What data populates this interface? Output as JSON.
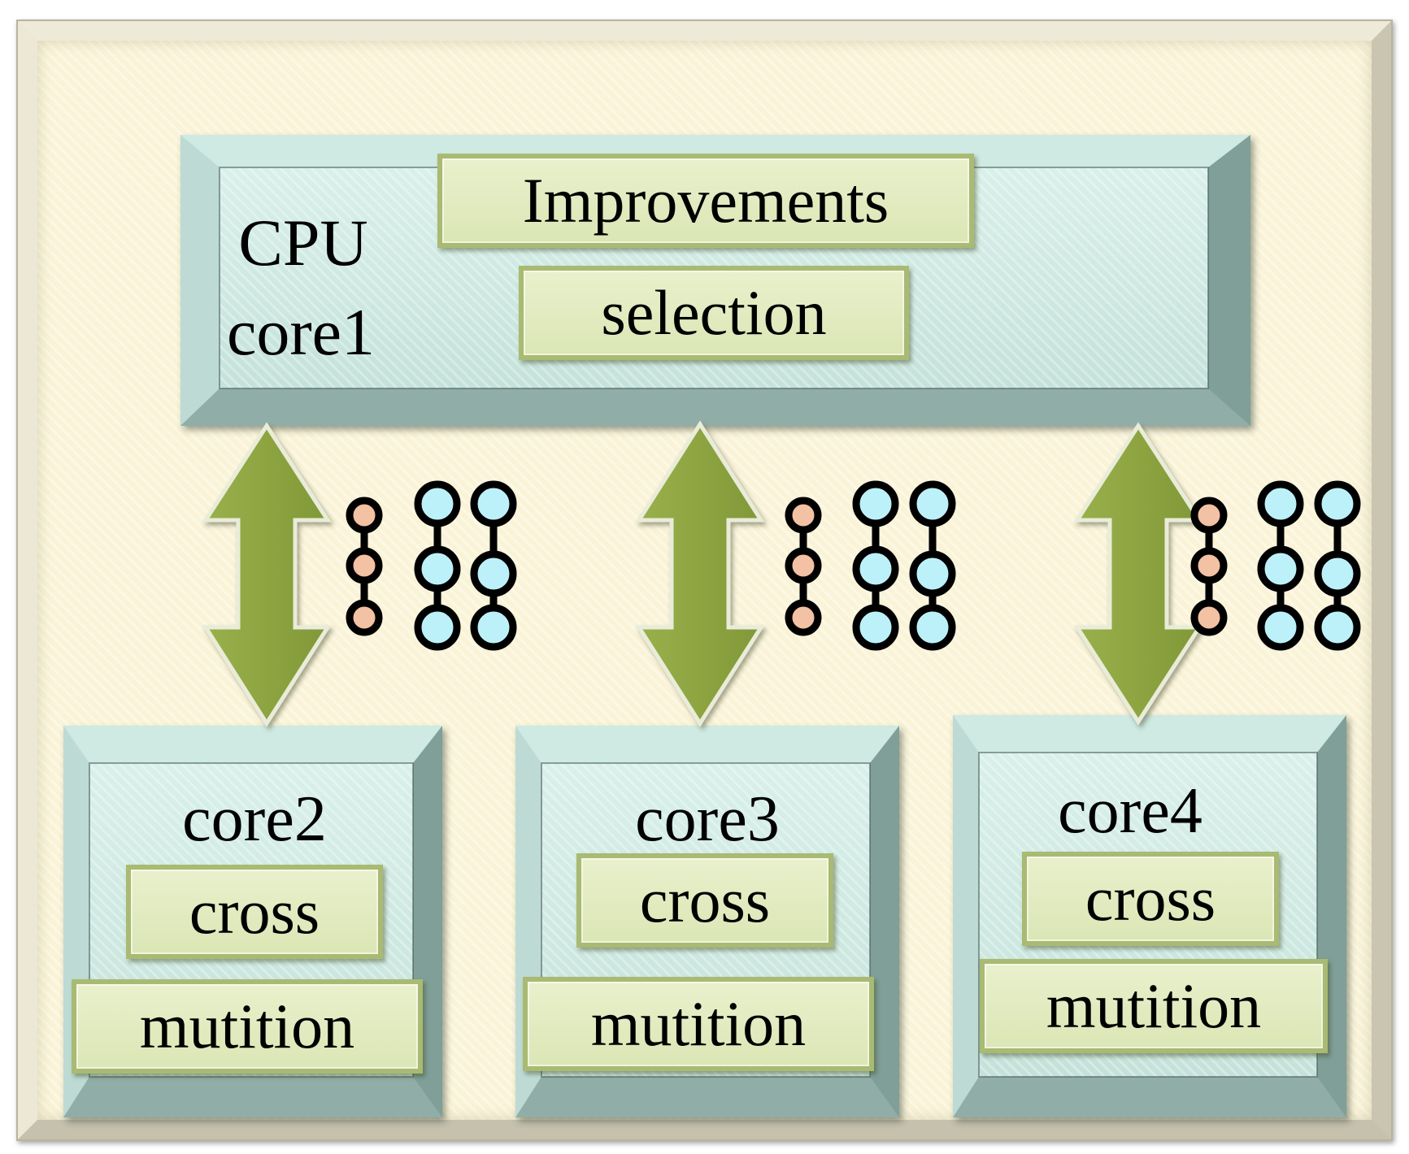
{
  "cpu": {
    "title_line1": "CPU",
    "title_line2": "core1",
    "box_improvements": "Improvements",
    "box_selection": "selection"
  },
  "cores": [
    {
      "name": "core2",
      "cross": "cross",
      "mutation": "mutition"
    },
    {
      "name": "core3",
      "cross": "cross",
      "mutation": "mutition"
    },
    {
      "name": "core4",
      "cross": "cross",
      "mutation": "mutition"
    }
  ],
  "colors": {
    "frame_fill": "#faf3d6",
    "panel_fill": "#d2ebe5",
    "tag_fill": "#e3ecc2",
    "arrow_fill": "#8ea53e",
    "node_orange": "#f3c1a3",
    "node_blue": "#bdf1fa"
  },
  "icons": [
    "double-arrow-icon",
    "chromosome-chain-icon"
  ]
}
